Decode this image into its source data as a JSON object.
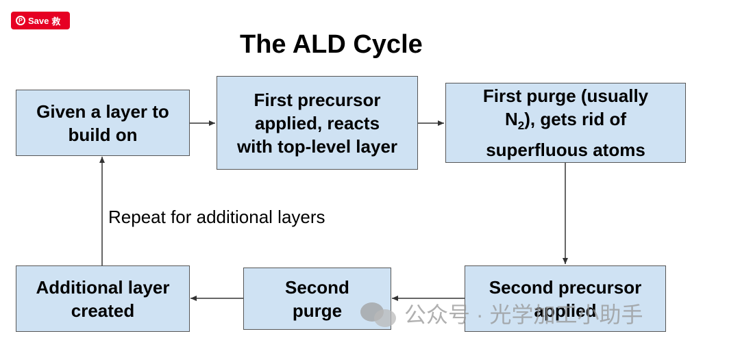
{
  "save_button": {
    "label": "Save",
    "suffix": "救",
    "icon": "pinterest-icon"
  },
  "title": "The ALD Cycle",
  "boxes": {
    "given_layer": [
      "Given a layer to",
      "build on"
    ],
    "first_precursor": [
      "First precursor",
      "applied, reacts",
      "with top-level layer"
    ],
    "first_purge": [
      "First purge (usually",
      "N",
      "2",
      "), gets rid of",
      "superfluous atoms"
    ],
    "second_precursor": [
      "Second precursor",
      "applied"
    ],
    "second_purge": [
      "Second",
      "purge"
    ],
    "additional_layer": [
      "Additional layer",
      "created"
    ]
  },
  "loop_label": "Repeat for additional layers",
  "watermark": "公众号 · 光学加工小助手",
  "colors": {
    "box_fill": "#cfe2f3",
    "arrow": "#333333",
    "save_red": "#e60023"
  }
}
